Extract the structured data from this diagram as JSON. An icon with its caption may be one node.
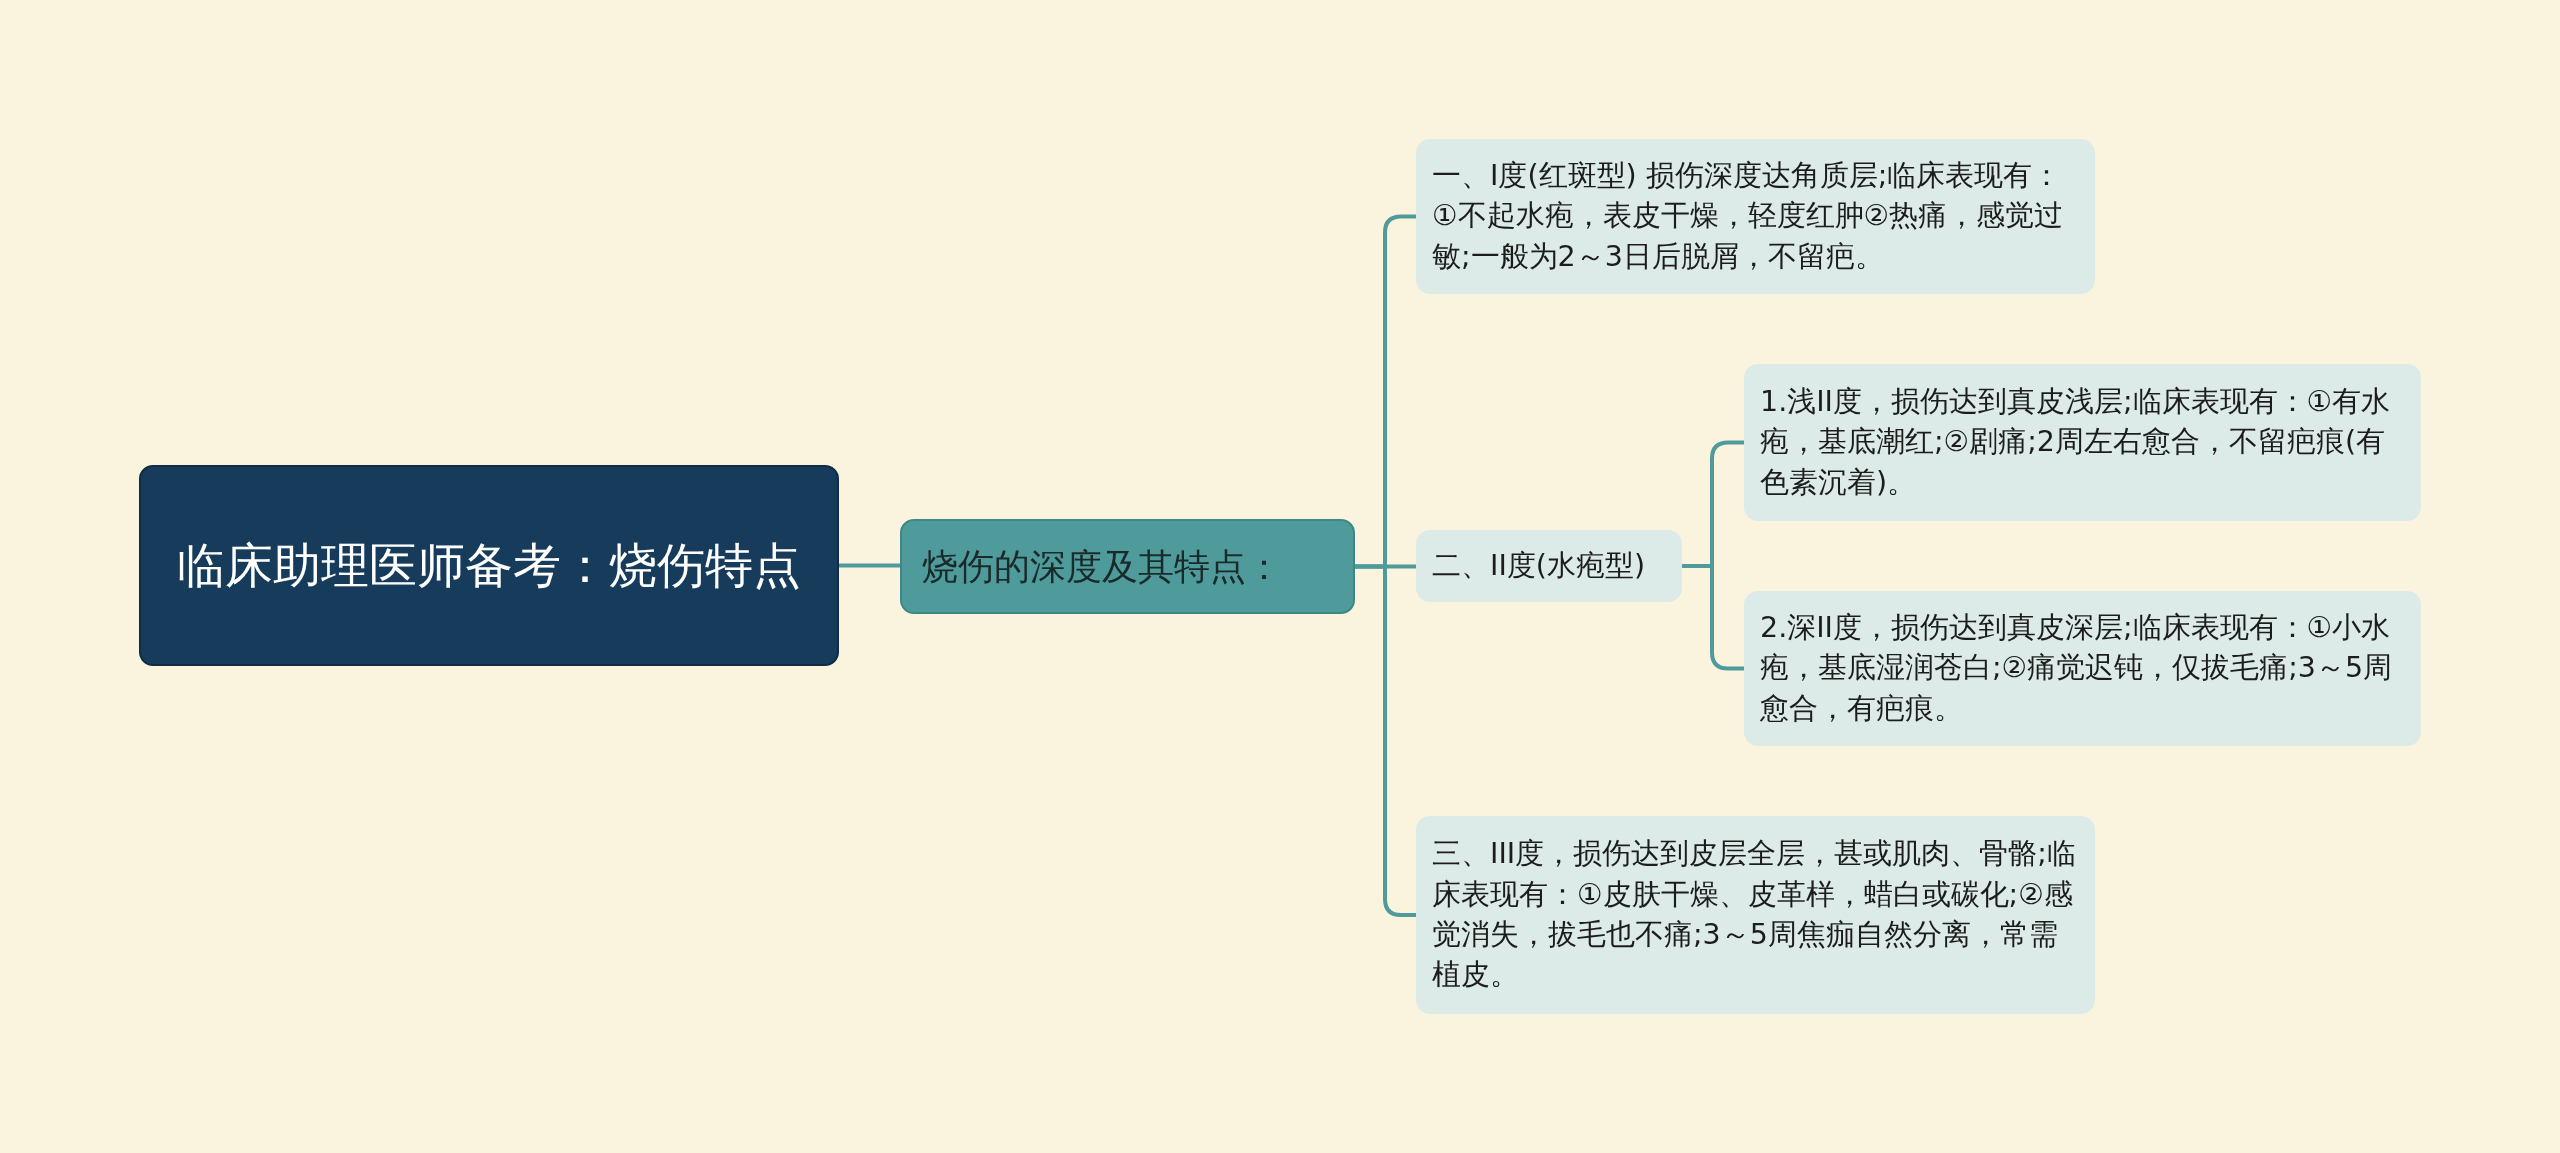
{
  "diagram": {
    "nodes": [
      {
        "text": [
          "临床助理医师备考：烧伤特点"
        ]
      },
      {
        "text": [
          "烧伤的深度及其特点："
        ]
      },
      {
        "text": [
          "一、I度(红斑型) 损伤深度达角质层;临床表现有：①不起水疱，表皮干燥，轻度红肿②热痛，感觉过敏;一般为2～3日后脱屑，不留疤。"
        ]
      },
      {
        "text": [
          "二、II度(水疱型)"
        ]
      },
      {
        "text": [
          "1.浅II度，损伤达到真皮浅层;临床表现有：①有水疱，基底潮红;②剧痛;2周左右愈合，不留疤痕(有色素沉着)。"
        ]
      },
      {
        "text": [
          "2.深II度，损伤达到真皮深层;临床表现有：①小水疱，基底湿润苍白;②痛觉迟钝，仅拔毛痛;3～5周愈合，有疤痕。"
        ]
      },
      {
        "text": [
          "三、III度，损伤达到皮层全层，甚或肌肉、骨骼;临床表现有：①皮肤干燥、皮革样，蜡白或碳化;②感觉消失，拔毛也不痛;3～5周焦痂自然分离，常需植皮。"
        ]
      }
    ],
    "edges": [
      {
        "from": 0,
        "to": 1,
        "arrow": "none"
      },
      {
        "from": 1,
        "to": 2,
        "arrow": "none"
      },
      {
        "from": 1,
        "to": 3,
        "arrow": "none"
      },
      {
        "from": 1,
        "to": 6,
        "arrow": "none"
      },
      {
        "from": 3,
        "to": 4,
        "arrow": "none"
      },
      {
        "from": 3,
        "to": 5,
        "arrow": "none"
      }
    ]
  }
}
